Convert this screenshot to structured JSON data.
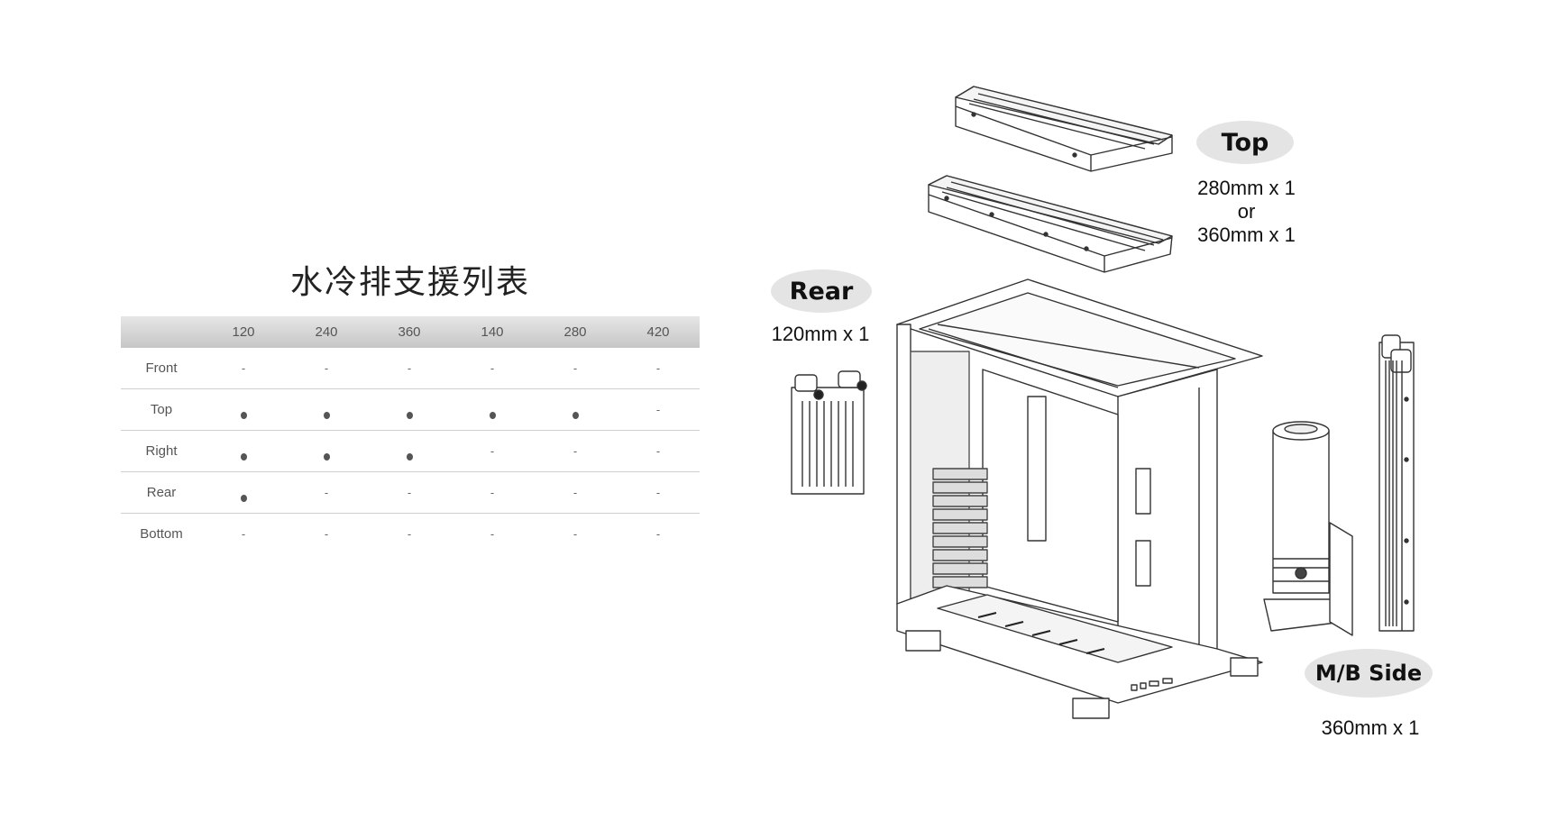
{
  "title": "水冷排支援列表",
  "table": {
    "columns": [
      "",
      "120",
      "240",
      "360",
      "140",
      "280",
      "420"
    ],
    "rows": [
      {
        "label": "Front",
        "cells": [
          "-",
          "-",
          "-",
          "-",
          "-",
          "-"
        ]
      },
      {
        "label": "Top",
        "cells": [
          "●",
          "●",
          "●",
          "●",
          "●",
          "-"
        ]
      },
      {
        "label": "Right",
        "cells": [
          "●",
          "●",
          "●",
          "-",
          "-",
          "-"
        ]
      },
      {
        "label": "Rear",
        "cells": [
          "●",
          "-",
          "-",
          "-",
          "-",
          "-"
        ]
      },
      {
        "label": "Bottom",
        "cells": [
          "-",
          "-",
          "-",
          "-",
          "-",
          "-"
        ]
      }
    ]
  },
  "callouts": {
    "top": {
      "label": "Top",
      "lines": [
        "280mm x 1",
        "or",
        "360mm x 1"
      ]
    },
    "rear": {
      "label": "Rear",
      "lines": [
        "120mm x 1"
      ]
    },
    "mbside": {
      "label": "M/B Side",
      "lines": [
        "360mm x 1"
      ]
    }
  },
  "colors": {
    "bubble": "#e4e4e4",
    "header_top": "#e6e6e6",
    "header_bottom": "#c6c6c6",
    "dot": "#555555"
  }
}
